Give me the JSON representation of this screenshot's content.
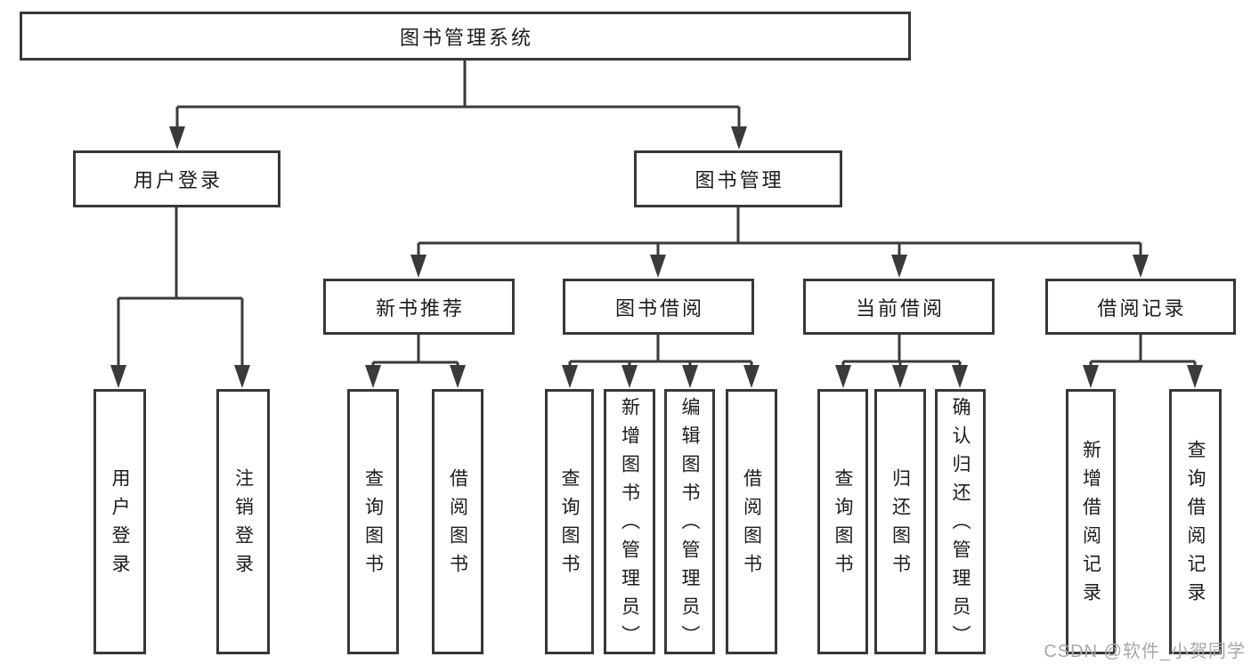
{
  "root": {
    "label": "图书管理系统"
  },
  "branches": [
    {
      "label": "用户登录",
      "children": [
        {
          "label": "用户登录"
        },
        {
          "label": "注销登录"
        }
      ]
    },
    {
      "label": "图书管理",
      "children": [
        {
          "label": "新书推荐",
          "children": [
            {
              "label": "查询图书"
            },
            {
              "label": "借阅图书"
            }
          ]
        },
        {
          "label": "图书借阅",
          "children": [
            {
              "label": "查询图书"
            },
            {
              "label": "新增图书（管理员）"
            },
            {
              "label": "编辑图书（管理员）"
            },
            {
              "label": "借阅图书"
            }
          ]
        },
        {
          "label": "当前借阅",
          "children": [
            {
              "label": "查询图书"
            },
            {
              "label": "归还图书"
            },
            {
              "label": "确认归还（管理员）"
            }
          ]
        },
        {
          "label": "借阅记录",
          "children": [
            {
              "label": "新增借阅记录"
            },
            {
              "label": "查询借阅记录"
            }
          ]
        }
      ]
    }
  ],
  "watermark": "CSDN @软件_小贺同学",
  "colors": {
    "line": "#3a3a3a",
    "box_border": "#383838",
    "box_fill": "#ffffff",
    "text": "#1c1c1c",
    "watermark": "#a8a8a8"
  }
}
